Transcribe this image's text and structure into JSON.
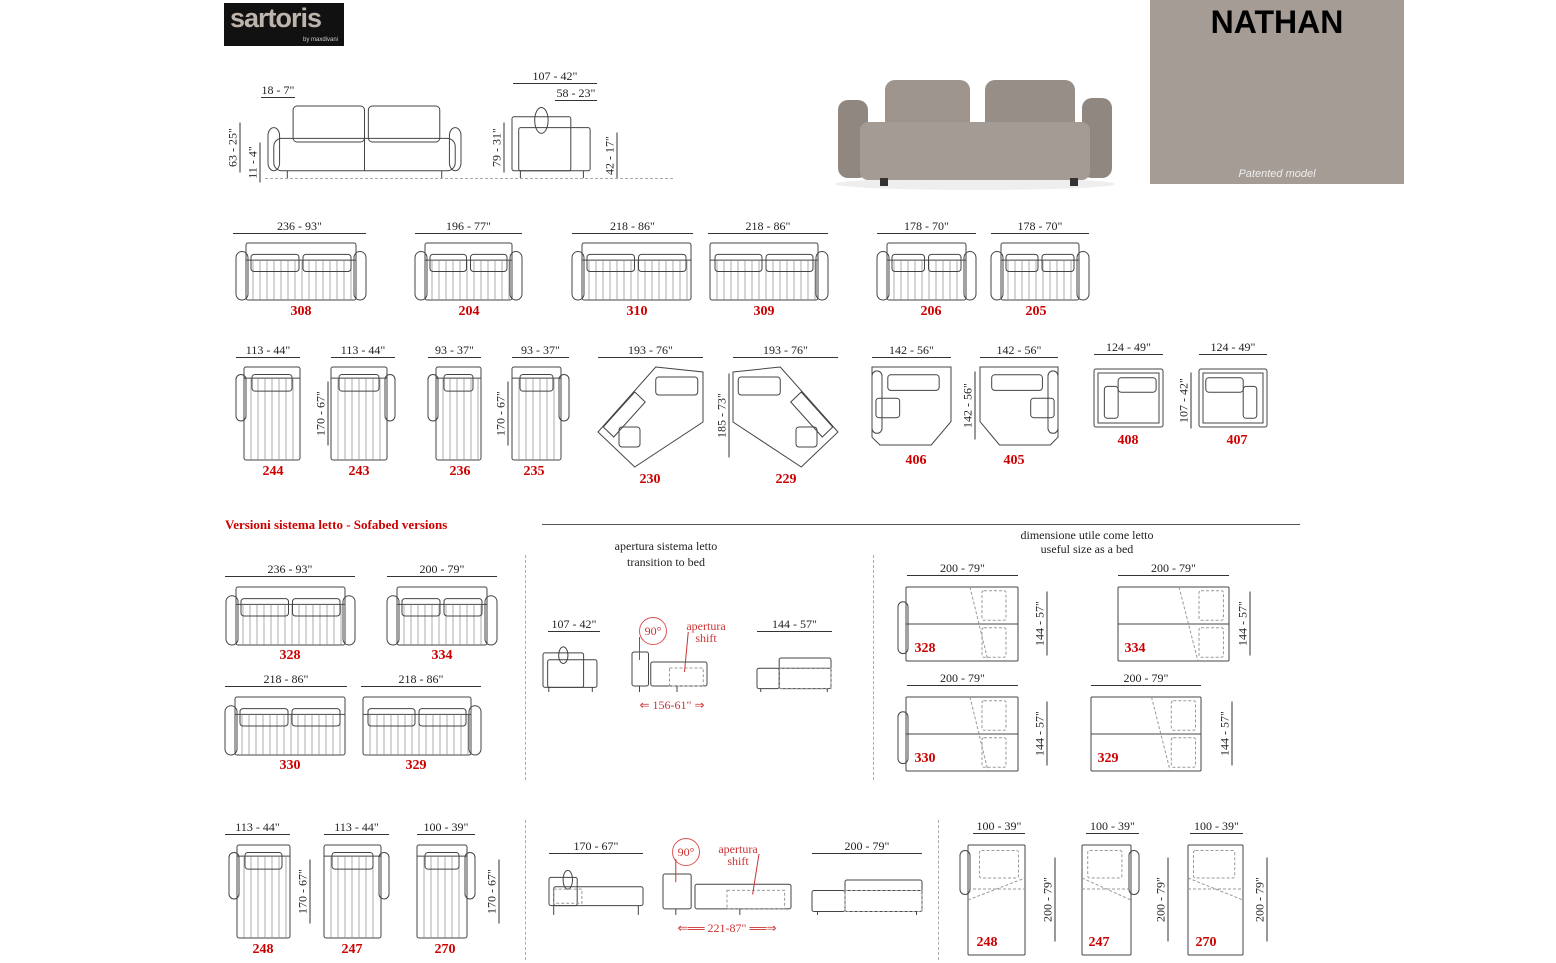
{
  "brand": {
    "logo": "sartoris",
    "sub": "by maxdivani"
  },
  "model": {
    "name": "NATHAN",
    "note": "Patented model"
  },
  "elevation": {
    "arm": "18 - 7\"",
    "height": "63 - 25\"",
    "leg": "11 - 4\"",
    "depth": "107 - 42\"",
    "seat_depth": "58 - 23\"",
    "back_height": "79 - 31\"",
    "seat_height": "42 - 17\""
  },
  "row1": [
    {
      "dim": "236 - 93\"",
      "code": "308"
    },
    {
      "dim": "196 - 77\"",
      "code": "204"
    },
    {
      "dim": "218 - 86\"",
      "code": "310"
    },
    {
      "dim": "218 - 86\"",
      "code": "309"
    },
    {
      "dim": "178 - 70\"",
      "code": "206"
    },
    {
      "dim": "178 - 70\"",
      "code": "205"
    }
  ],
  "row2": [
    {
      "dim": "113 - 44\"",
      "code": "244"
    },
    {
      "dim": "113 - 44\"",
      "code": "243"
    },
    {
      "dim": "93 - 37\"",
      "code": "236"
    },
    {
      "dim": "93 - 37\"",
      "code": "235"
    },
    {
      "dim": "193 - 76\"",
      "code": "230"
    },
    {
      "dim": "193 - 76\"",
      "code": "229"
    },
    {
      "dim": "142 - 56\"",
      "code": "406"
    },
    {
      "dim": "142 - 56\"",
      "code": "405"
    },
    {
      "dim": "124 - 49\"",
      "code": "408"
    },
    {
      "dim": "124 - 49\"",
      "code": "407"
    }
  ],
  "row2_vdims": [
    "170 - 67\"",
    "170 - 67\"",
    "185 - 73\"",
    "142 - 56\"",
    "107 - 42\""
  ],
  "sofabed": {
    "title": "Versioni sistema letto - Sofabed versions",
    "modules": [
      {
        "dim": "236 - 93\"",
        "code": "328"
      },
      {
        "dim": "200 - 79\"",
        "code": "334"
      },
      {
        "dim": "218 - 86\"",
        "code": "330"
      },
      {
        "dim": "218 - 86\"",
        "code": "329"
      }
    ],
    "transition_title": [
      "apertura sistema letto",
      "transition to bed"
    ],
    "t1": {
      "closed": "107 - 42\"",
      "angle": "90°",
      "shift": [
        "apertura",
        "shift"
      ],
      "travel": "156-61\"",
      "open": "144 - 57\""
    },
    "useful_title": [
      "dimensione utile come letto",
      "useful size as a bed"
    ],
    "beds": [
      {
        "dim": "200 - 79\"",
        "depth": "144 - 57\"",
        "code": "328"
      },
      {
        "dim": "200 - 79\"",
        "depth": "144 - 57\"",
        "code": "334"
      },
      {
        "dim": "200 - 79\"",
        "depth": "144 - 57\"",
        "code": "330"
      },
      {
        "dim": "200 - 79\"",
        "depth": "144 - 57\"",
        "code": "329"
      }
    ]
  },
  "bottom": {
    "modules": [
      {
        "dim": "113 - 44\"",
        "code": "248"
      },
      {
        "dim": "113 - 44\"",
        "code": "247"
      },
      {
        "dim": "100 - 39\"",
        "code": "270"
      }
    ],
    "vdims": [
      "170 - 67\"",
      "170 - 67\""
    ],
    "t2": {
      "closed": "170 - 67\"",
      "angle": "90°",
      "shift": [
        "apertura",
        "shift"
      ],
      "travel": "221-87\"",
      "open": "200 - 79\""
    },
    "beds": [
      {
        "dim": "100 - 39\"",
        "length": "200 - 79\"",
        "code": "248"
      },
      {
        "dim": "100 - 39\"",
        "length": "200 - 79\"",
        "code": "247"
      },
      {
        "dim": "100 - 39\"",
        "length": "200 - 79\"",
        "code": "270"
      }
    ]
  }
}
